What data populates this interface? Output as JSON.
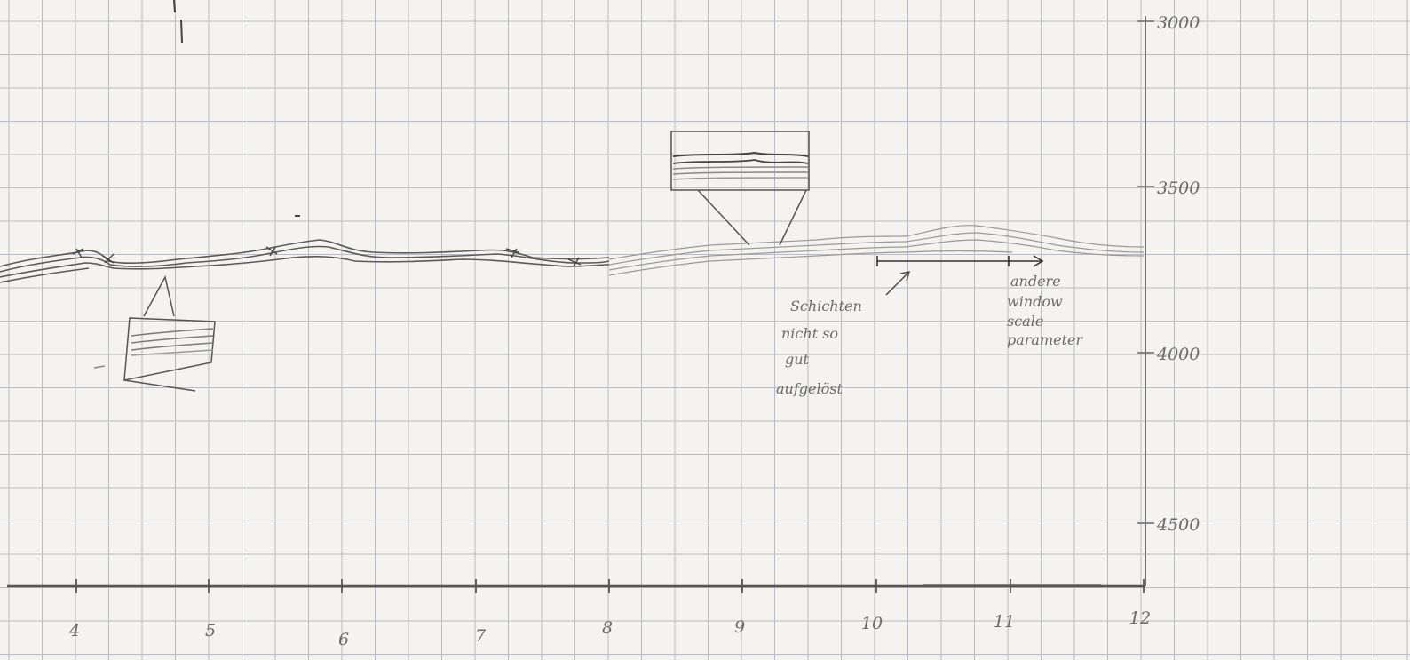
{
  "x_axis": {
    "tick_labels": [
      "4",
      "5",
      "6",
      "7",
      "8",
      "9",
      "10",
      "11",
      "12"
    ]
  },
  "depth_axis": {
    "tick_labels": [
      "3000",
      "3500",
      "4000",
      "4500"
    ]
  },
  "notes": {
    "left_note_lines": [
      "Schichten",
      "nicht so",
      "gut",
      "aufgelöst"
    ],
    "right_note_lines": [
      "andere",
      "window",
      "scale",
      "parameter"
    ]
  },
  "colors": {
    "paper": "#f4f3ef",
    "grid": "#b9bcc0",
    "pencil": "#5a5a5a",
    "pencil_light": "#8f8f8f"
  }
}
